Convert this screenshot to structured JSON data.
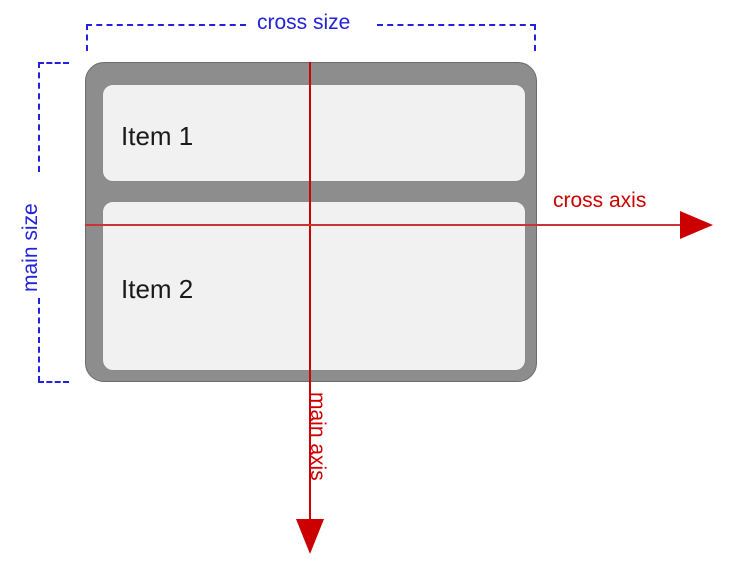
{
  "diagram": {
    "title": "flexbox main axis and cross axis with column direction",
    "colors": {
      "background": "#ffffff",
      "container_fill": "#8d8d8d",
      "container_border": "#6c6c6c",
      "item_fill": "#f1f1f1",
      "item_border": "#8a8a8a",
      "axis_red": "#cc0000",
      "size_blue": "#2222dd",
      "item_text": "#1a1a1a"
    },
    "container": {
      "name": "flex-container",
      "items": [
        {
          "label": "Item 1"
        },
        {
          "label": "Item 2"
        }
      ]
    },
    "axes": [
      {
        "id": "main-axis",
        "label": "main axis",
        "direction": "down",
        "color": "#cc0000"
      },
      {
        "id": "cross-axis",
        "label": "cross axis",
        "direction": "right",
        "color": "#cc0000"
      }
    ],
    "measurements": [
      {
        "id": "cross-size",
        "label": "cross size",
        "orientation": "horizontal",
        "color": "#2222dd"
      },
      {
        "id": "main-size",
        "label": "main size",
        "orientation": "vertical",
        "color": "#2222dd"
      }
    ]
  }
}
